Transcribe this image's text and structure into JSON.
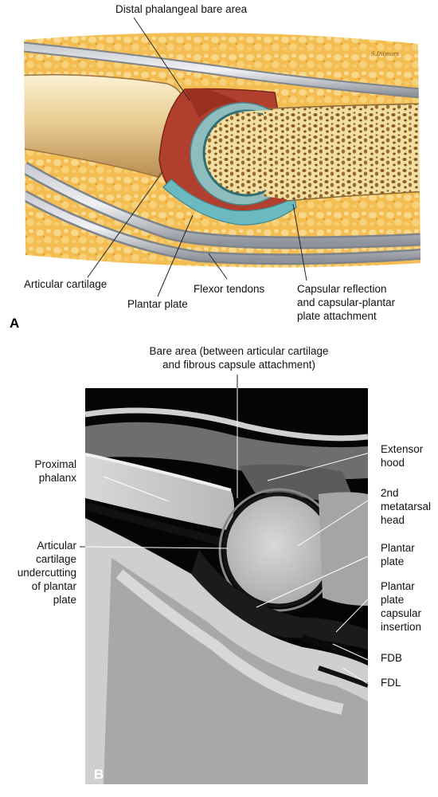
{
  "panel_a": {
    "letter": "A",
    "signature": "S.Ditmars",
    "labels": {
      "distal_bare_area": "Distal phalangeal bare area",
      "articular_cartilage": "Articular cartilage",
      "plantar_plate": "Plantar plate",
      "flexor_tendons": "Flexor tendons",
      "capsular_reflection_1": "Capsular reflection",
      "capsular_reflection_2": "and capsular-plantar",
      "capsular_reflection_3": "plate attachment"
    }
  },
  "panel_b": {
    "letter": "B",
    "labels": {
      "bare_area_1": "Bare area (between articular cartilage",
      "bare_area_2": "and fibrous capsule attachment)",
      "extensor_1": "Extensor",
      "extensor_2": "hood",
      "proximal_1": "Proximal",
      "proximal_2": "phalanx",
      "metatarsal_1": "2nd",
      "metatarsal_2": "metatarsal",
      "metatarsal_3": "head",
      "articular_1": "Articular",
      "articular_2": "cartilage",
      "articular_3": "undercutting",
      "articular_4": "of plantar",
      "articular_5": "plate",
      "plantar_1": "Plantar",
      "plantar_2": "plate",
      "insertion_1": "Plantar",
      "insertion_2": "plate",
      "insertion_3": "capsular",
      "insertion_4": "insertion",
      "fdb": "FDB",
      "fdl": "FDL"
    }
  }
}
